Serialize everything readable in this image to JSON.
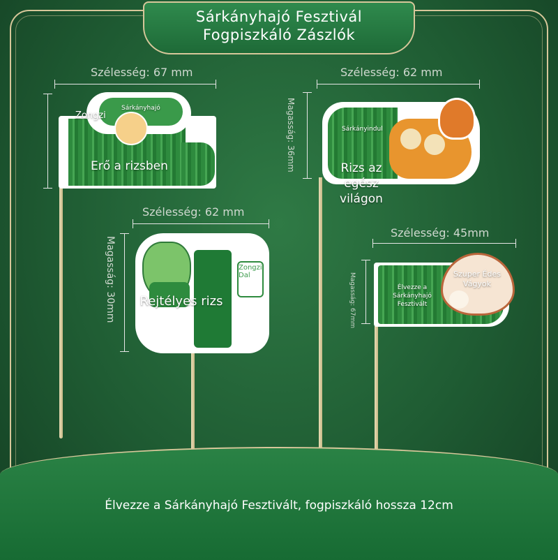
{
  "header": {
    "title_line1": "Sárkányhajó Fesztivál",
    "title_line2": "Fogpiszkáló Zászlók"
  },
  "flags": {
    "f1": {
      "width": "Szélesség: 67 mm",
      "label_zongzi": "Zongzi",
      "label_boat": "Sárkányhajó",
      "caption": "Erő a rizsben"
    },
    "f2": {
      "width": "Szélesség: 62 mm",
      "height": "Magasság: 36mm",
      "label_small": "Sárkányindul",
      "caption": "Rizs az egész világon"
    },
    "f3": {
      "width": "Szélesség: 62 mm",
      "height": "Magasság: 30mm",
      "side_label": "Zongzi Dal",
      "caption": "Rejtélyes rizs"
    },
    "f4": {
      "width": "Szélesség: 45mm",
      "height": "Magasság: 67mm",
      "label": "Élvezze a Sárkányhajó Fesztivált",
      "heart_text": "Szuper Édes Vágyok"
    }
  },
  "footer": {
    "caption": "Élvezze a Sárkányhajó Fesztivált, fogpiszkáló hossza 12cm"
  },
  "colors": {
    "background": "#1f5c33",
    "gold_border": "#d7c79a",
    "bamboo_green": "#2e8b3e"
  }
}
